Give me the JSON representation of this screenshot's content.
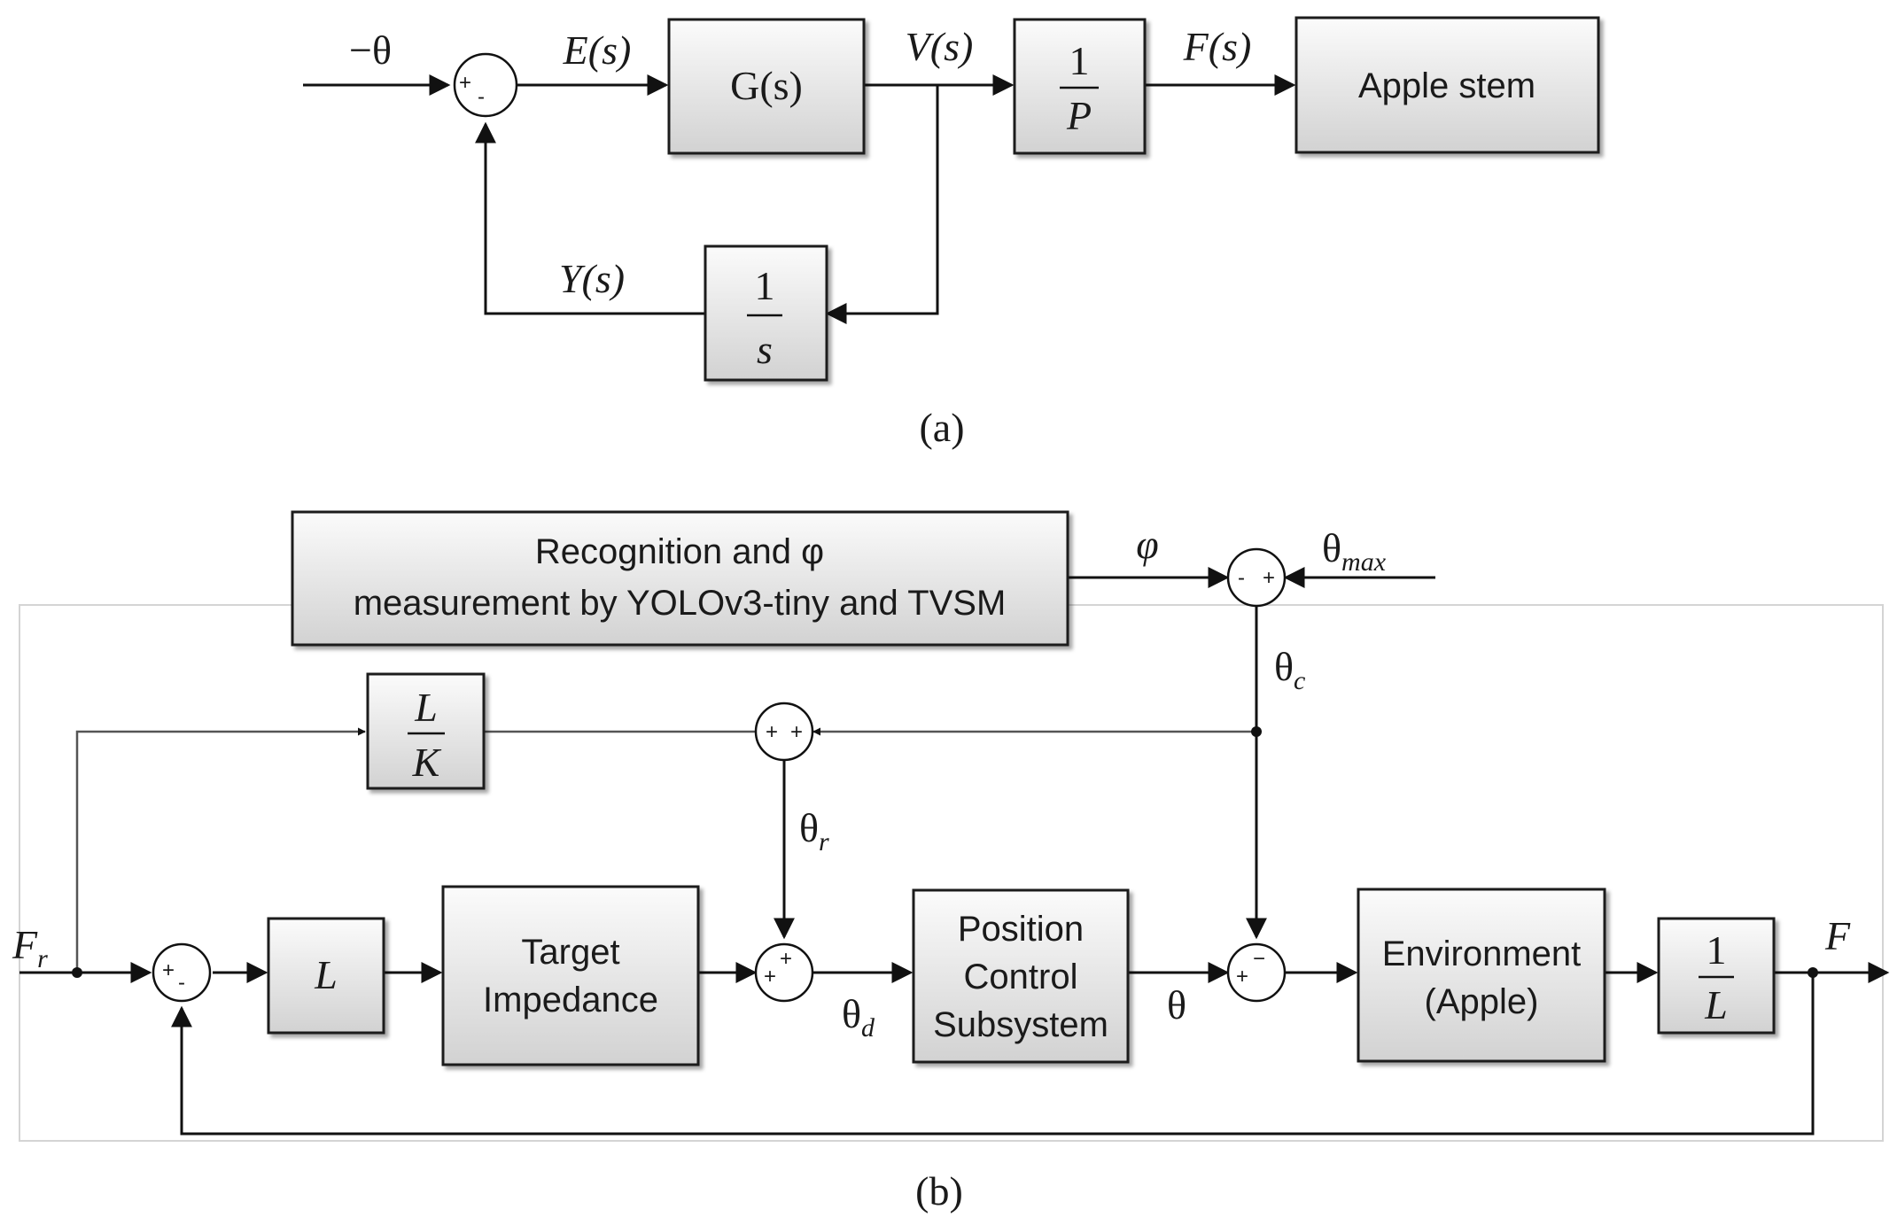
{
  "panel_a": {
    "caption": "(a)",
    "input_label": "−θ",
    "error_label": "E(s)",
    "controller_label": "G(s)",
    "velocity_label": "V(s)",
    "gain_num": "1",
    "gain_den": "P",
    "force_label": "F(s)",
    "plant_label": "Apple stem",
    "feedback_label": "Y(s)",
    "integrator_num": "1",
    "integrator_den": "s",
    "sum_signs": {
      "top": "+",
      "bottom": "-"
    }
  },
  "panel_b": {
    "caption": "(b)",
    "vision_line1": "Recognition and φ",
    "vision_line2": "measurement by YOLOv3-tiny and TVSM",
    "phi_label": "φ",
    "theta_max_label": "θ",
    "theta_max_sub": "max",
    "theta_c_label": "θ",
    "theta_c_sub": "c",
    "lk_num": "L",
    "lk_den": "K",
    "theta_r_label": "θ",
    "theta_r_sub": "r",
    "fr_label": "F",
    "fr_sub": "r",
    "l_block_label": "L",
    "impedance_line1": "Target",
    "impedance_line2": "Impedance",
    "theta_d_label": "θ",
    "theta_d_sub": "d",
    "position_line1": "Position",
    "position_line2": "Control",
    "position_line3": "Subsystem",
    "theta_label": "θ",
    "environment_line1": "Environment",
    "environment_line2": "(Apple)",
    "inv_l_num": "1",
    "inv_l_den": "L",
    "output_label": "F",
    "signs": {
      "plus": "+",
      "minus": "-",
      "minus_long": "−"
    }
  },
  "colors": {
    "block_fill_top": "#fbfbfb",
    "block_fill_bottom": "#d2d2d2",
    "line": "#111111",
    "frame": "#d4d4d4"
  }
}
